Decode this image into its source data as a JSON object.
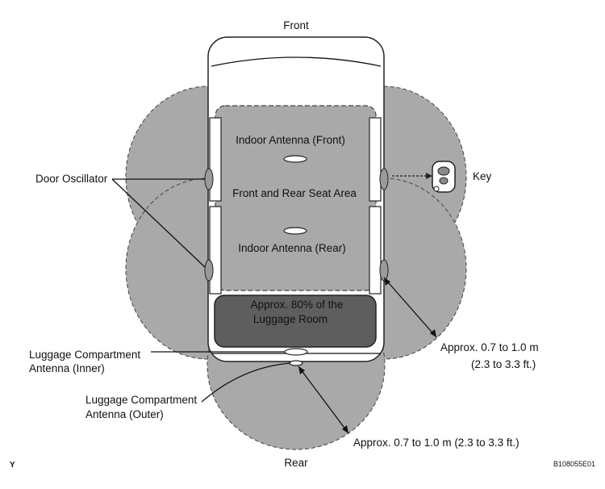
{
  "labels": {
    "front": "Front",
    "rear": "Rear",
    "key": "Key",
    "door_oscillator": "Door Oscillator",
    "indoor_antenna_front": "Indoor Antenna (Front)",
    "seat_area": "Front and Rear Seat Area",
    "indoor_antenna_rear": "Indoor Antenna (Rear)",
    "luggage_room_line1": "Approx. 80% of the",
    "luggage_room_line2": "Luggage Room",
    "lug_inner_line1": "Luggage Compartment",
    "lug_inner_line2": "Antenna (Inner)",
    "lug_outer_line1": "Luggage Compartment",
    "lug_outer_line2": "Antenna (Outer)",
    "range_side_line1": "Approx. 0.7 to 1.0 m",
    "range_side_line2": "(2.3 to 3.3 ft.)",
    "range_rear": "Approx. 0.7 to 1.0 m  (2.3 to 3.3 ft.)",
    "corner_y": "Y",
    "figure_code": "B108055E01"
  },
  "icons": {
    "key_fob": "key-fob-icon"
  }
}
